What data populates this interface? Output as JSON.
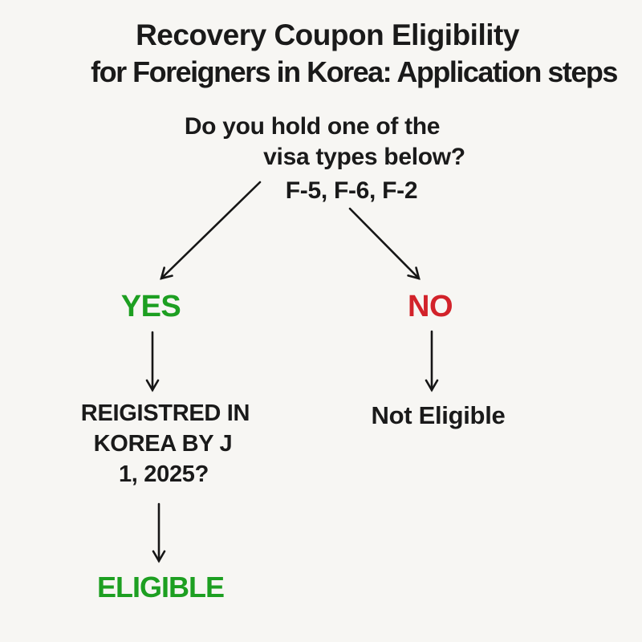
{
  "colors": {
    "background": "#f7f6f3",
    "text": "#1a1a1a",
    "green": "#1d9f21",
    "red": "#d2222a",
    "arrow": "#161616"
  },
  "title": {
    "line1": "Recovery Coupon Eligibility",
    "line2": "for Foreigners in Korea: Application steps"
  },
  "flowchart": {
    "question": {
      "line1": "Do you hold one of the",
      "line2": "visa types below?",
      "line3": "F-5, F-6, F-2"
    },
    "yes_label": "YES",
    "no_label": "NO",
    "condition": {
      "line1": "REIGISTRED IN",
      "line2": "KOREA BY J",
      "line3": "1, 2025?"
    },
    "not_eligible_label": "Not Eligible",
    "eligible_label": "ELIGIBLE"
  }
}
